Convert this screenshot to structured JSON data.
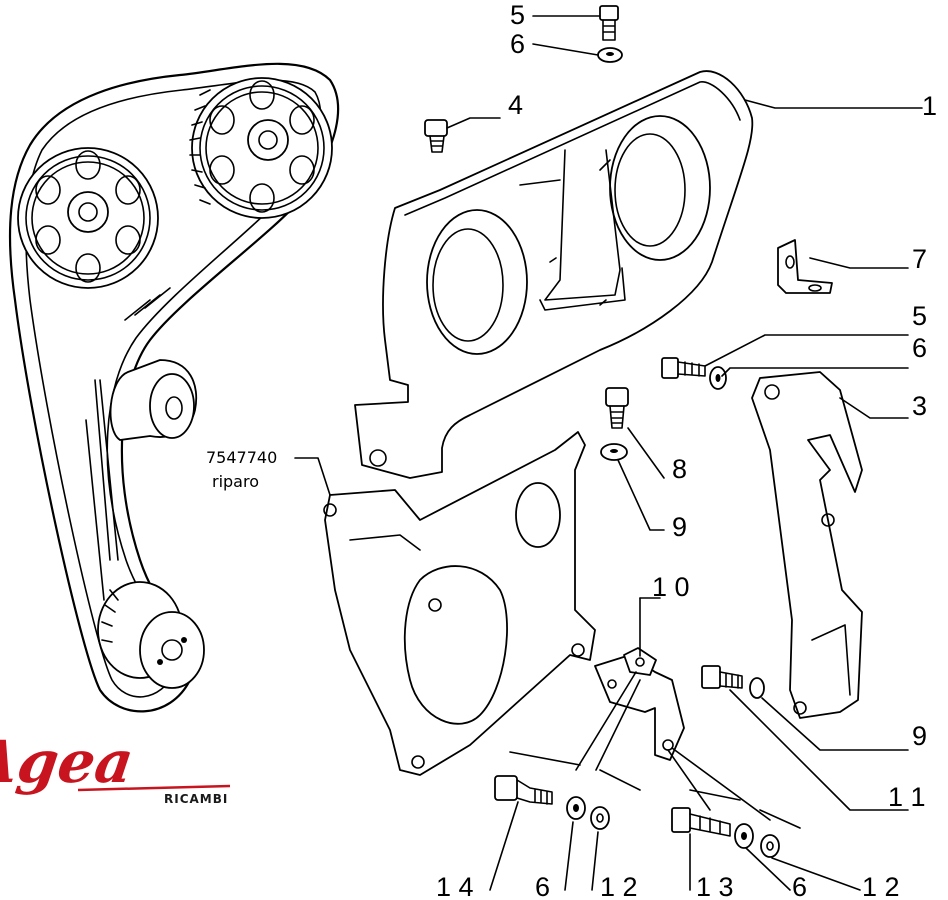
{
  "callouts": [
    {
      "id": "c5a",
      "text": "5"
    },
    {
      "id": "c6a",
      "text": "6"
    },
    {
      "id": "c4",
      "text": "4"
    },
    {
      "id": "c1",
      "text": "1"
    },
    {
      "id": "c7",
      "text": "7"
    },
    {
      "id": "c5b",
      "text": "5"
    },
    {
      "id": "c6b",
      "text": "6"
    },
    {
      "id": "c3",
      "text": "3"
    },
    {
      "id": "c8",
      "text": "8"
    },
    {
      "id": "c9a",
      "text": "9"
    },
    {
      "id": "c10",
      "text": "1 0"
    },
    {
      "id": "c9b",
      "text": "9"
    },
    {
      "id": "c11",
      "text": "1 1"
    },
    {
      "id": "c14",
      "text": "1 4"
    },
    {
      "id": "c6c",
      "text": "6"
    },
    {
      "id": "c12a",
      "text": "1 2"
    },
    {
      "id": "c13",
      "text": "1 3"
    },
    {
      "id": "c6d",
      "text": "6"
    },
    {
      "id": "c12b",
      "text": "1 2"
    }
  ],
  "part_note": {
    "code": "7547740",
    "label": "riparo"
  },
  "logo": {
    "brand": "Agea",
    "sub": "RICAMBI",
    "brand_color": "#c8141e"
  }
}
